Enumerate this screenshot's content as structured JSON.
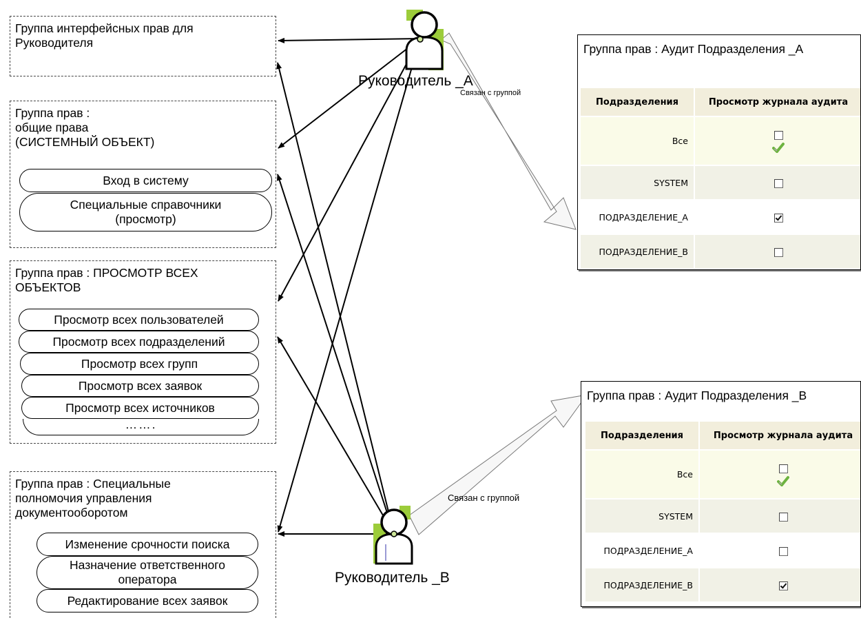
{
  "groups": [
    {
      "title": "Группа интерфейсных прав для\nРуководителя",
      "items": []
    },
    {
      "title": "Группа прав  :\nобщие права\n(СИСТЕМНЫЙ ОБЪЕКТ)",
      "items": [
        "Вход в систему",
        "Специальные справочники\n(просмотр)"
      ]
    },
    {
      "title": "Группа прав  :  ПРОСМОТР ВСЕХ\nОБЪЕКТОВ",
      "items": [
        "Просмотр всех пользователей",
        "Просмотр всех подразделений",
        "Просмотр всех групп",
        "Просмотр всех заявок",
        "Просмотр всех источников",
        "……."
      ]
    },
    {
      "title": "Группа прав  :  Специальные\nполномочия  управления\nдокументооборотом",
      "items": [
        "Изменение срочности поиска",
        "Назначение ответственного\nоператора",
        "Редактирование всех заявок"
      ]
    }
  ],
  "users": [
    {
      "name": "Руководитель _А",
      "link_label": "Связан с группой"
    },
    {
      "name": "Руководитель _В",
      "link_label": "Связан с группой"
    }
  ],
  "audit_panels": [
    {
      "title": "Группа прав  :  Аудит Подразделения  _А",
      "columns": [
        "Подразделения",
        "Просмотр журнала аудита"
      ],
      "rows": [
        {
          "dept": "Все",
          "checked": false,
          "all_marker": true
        },
        {
          "dept": "SYSTEM",
          "checked": false
        },
        {
          "dept": "ПОДРАЗДЕЛЕНИЕ_А",
          "checked": true
        },
        {
          "dept": "ПОДРАЗДЕЛЕНИЕ_В",
          "checked": false
        }
      ]
    },
    {
      "title": "Группа прав  :  Аудит Подразделения  _В",
      "columns": [
        "Подразделения",
        "Просмотр журнала аудита"
      ],
      "rows": [
        {
          "dept": "Все",
          "checked": false,
          "all_marker": true
        },
        {
          "dept": "SYSTEM",
          "checked": false
        },
        {
          "dept": "ПОДРАЗДЕЛЕНИЕ_А",
          "checked": false
        },
        {
          "dept": "ПОДРАЗДЕЛЕНИЕ_В",
          "checked": true
        }
      ]
    }
  ],
  "colors": {
    "user_icon_green": "#9ccc3a",
    "user_icon_stroke": "#000000",
    "header_bg": "#f2eedc"
  }
}
